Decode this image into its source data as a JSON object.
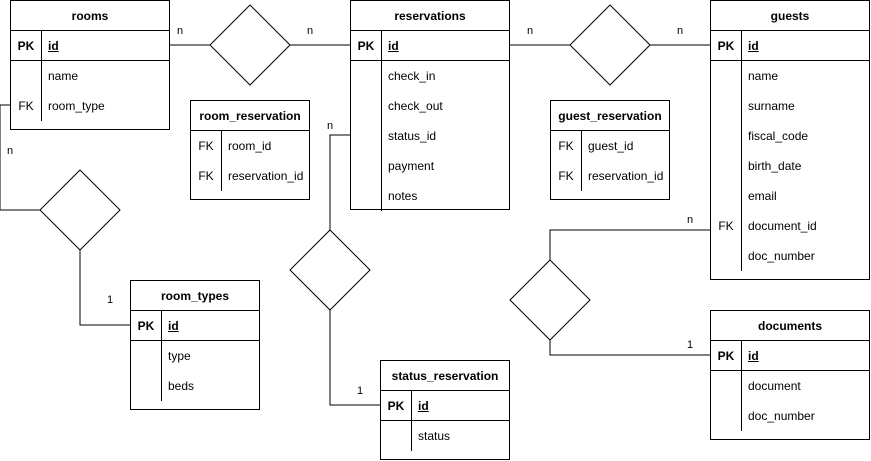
{
  "entities": {
    "rooms": {
      "title": "rooms",
      "pk": {
        "key": "PK",
        "name": "id"
      },
      "fields": [
        {
          "key": "",
          "name": "name"
        },
        {
          "key": "FK",
          "name": "room_type"
        }
      ]
    },
    "reservations": {
      "title": "reservations",
      "pk": {
        "key": "PK",
        "name": "id"
      },
      "fields": [
        {
          "key": "",
          "name": "check_in"
        },
        {
          "key": "",
          "name": "check_out"
        },
        {
          "key": "",
          "name": "status_id"
        },
        {
          "key": "",
          "name": "payment"
        },
        {
          "key": "",
          "name": "notes"
        }
      ]
    },
    "guests": {
      "title": "guests",
      "pk": {
        "key": "PK",
        "name": "id"
      },
      "fields": [
        {
          "key": "",
          "name": "name"
        },
        {
          "key": "",
          "name": "surname"
        },
        {
          "key": "",
          "name": "fiscal_code"
        },
        {
          "key": "",
          "name": "birth_date"
        },
        {
          "key": "",
          "name": "email"
        },
        {
          "key": "FK",
          "name": "document_id"
        },
        {
          "key": "",
          "name": "doc_number"
        }
      ]
    },
    "room_reservation": {
      "title": "room_reservation",
      "fields": [
        {
          "key": "FK",
          "name": "room_id"
        },
        {
          "key": "FK",
          "name": "reservation_id"
        }
      ]
    },
    "guest_reservation": {
      "title": "guest_reservation",
      "fields": [
        {
          "key": "FK",
          "name": "guest_id"
        },
        {
          "key": "FK",
          "name": "reservation_id"
        }
      ]
    },
    "room_types": {
      "title": "room_types",
      "pk": {
        "key": "PK",
        "name": "id"
      },
      "fields": [
        {
          "key": "",
          "name": "type"
        },
        {
          "key": "",
          "name": "beds"
        }
      ]
    },
    "status_reservation": {
      "title": "status_reservation",
      "pk": {
        "key": "PK",
        "name": "id"
      },
      "fields": [
        {
          "key": "",
          "name": "status"
        }
      ]
    },
    "documents": {
      "title": "documents",
      "pk": {
        "key": "PK",
        "name": "id"
      },
      "fields": [
        {
          "key": "",
          "name": "document"
        },
        {
          "key": "",
          "name": "doc_number"
        }
      ]
    }
  },
  "cardinalities": {
    "rooms_res": "n",
    "res_rooms": "n",
    "res_guests": "n",
    "guests_res": "n",
    "rooms_types": "n",
    "types_rooms": "1",
    "res_status": "n",
    "status_res": "1",
    "guests_docs": "n",
    "docs_guests": "1"
  }
}
